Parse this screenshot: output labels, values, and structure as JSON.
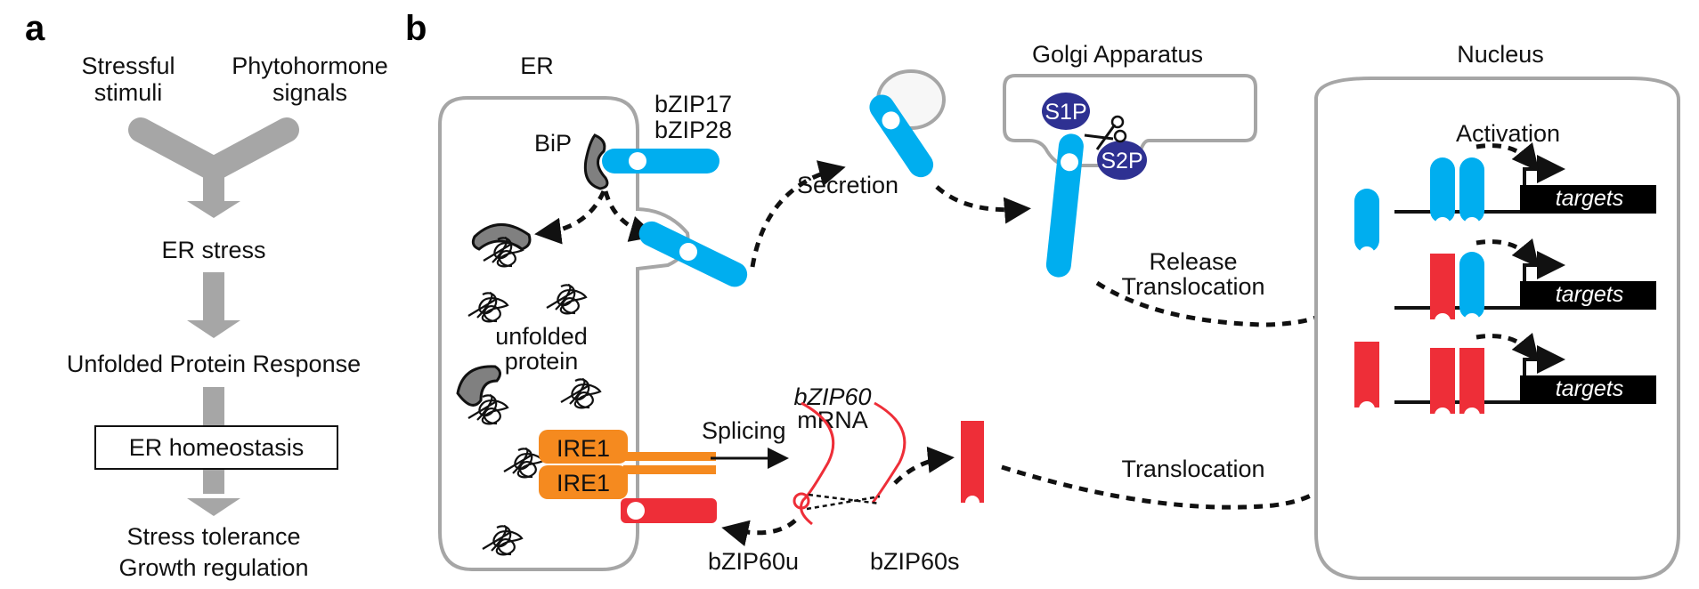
{
  "panel_a": {
    "label": "a",
    "inputs": {
      "left": [
        "Stressful",
        "stimuli"
      ],
      "right": [
        "Phytohormone",
        "signals"
      ]
    },
    "steps": [
      "ER stress",
      "Unfolded Protein Response"
    ],
    "boxed_step": "ER homeostasis",
    "outcome": [
      "Stress tolerance",
      "Growth regulation"
    ]
  },
  "panel_b": {
    "label": "b",
    "compartments": {
      "er": "ER",
      "golgi": "Golgi Apparatus",
      "nucleus": "Nucleus"
    },
    "proteins": {
      "bip": "BiP",
      "bzip_membrane": [
        "bZIP17",
        "bZIP28"
      ],
      "ire1_top": "IRE1",
      "ire1_bottom": "IRE1",
      "s1p": "S1P",
      "s2p": "S2P",
      "bzip60_mrna": "bZIP60",
      "mrna": "mRNA",
      "bzip60u": "bZIP60u",
      "bzip60s": "bZIP60s"
    },
    "labels": {
      "unfolded_protein": [
        "unfolded",
        "protein"
      ],
      "secretion": "Secretion",
      "release_translocation": [
        "Release",
        "Translocation"
      ],
      "splicing": "Splicing",
      "translocation": "Translocation",
      "activation": "Activation"
    },
    "target_genes": [
      "targets",
      "targets",
      "targets"
    ]
  },
  "colors": {
    "bzip17_28": "#00aeef",
    "bzip60": "#ee2e38",
    "ire1": "#f58a1f",
    "protease": "#2e3192",
    "bip": "#808080",
    "membrane": "#a6a6a6",
    "arrow_gray": "#a6a6a6"
  }
}
